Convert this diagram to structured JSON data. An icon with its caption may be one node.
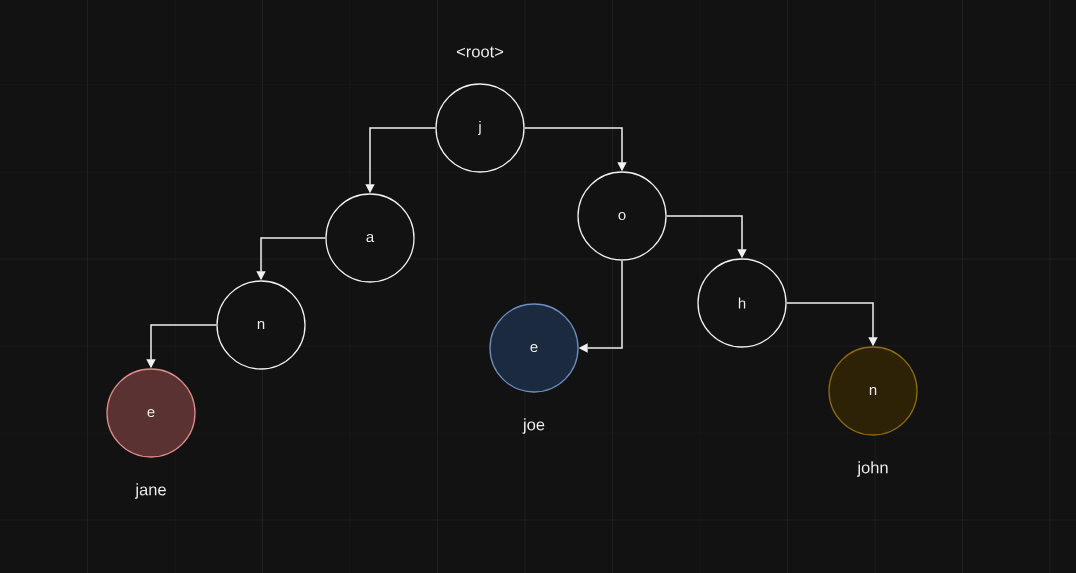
{
  "diagram": {
    "nodes": [
      {
        "text": [
          "j"
        ],
        "beside": [
          "<root>"
        ]
      },
      {
        "text": [
          "a"
        ]
      },
      {
        "text": [
          "n"
        ]
      },
      {
        "text": [
          "e"
        ],
        "beside": [
          "jane"
        ]
      },
      {
        "text": [
          "o"
        ]
      },
      {
        "text": [
          "e"
        ],
        "beside": [
          "joe"
        ]
      },
      {
        "text": [
          "h"
        ]
      },
      {
        "text": [
          "n"
        ],
        "beside": [
          "john"
        ]
      }
    ],
    "edges": [
      {
        "from": 0,
        "to": 1,
        "arrow": "to"
      },
      {
        "from": 0,
        "to": 4,
        "arrow": "to"
      },
      {
        "from": 1,
        "to": 2,
        "arrow": "to"
      },
      {
        "from": 2,
        "to": 3,
        "arrow": "to"
      },
      {
        "from": 4,
        "to": 6,
        "arrow": "to"
      },
      {
        "from": 4,
        "to": 5,
        "arrow": "to"
      },
      {
        "from": 6,
        "to": 7,
        "arrow": "to"
      }
    ]
  }
}
